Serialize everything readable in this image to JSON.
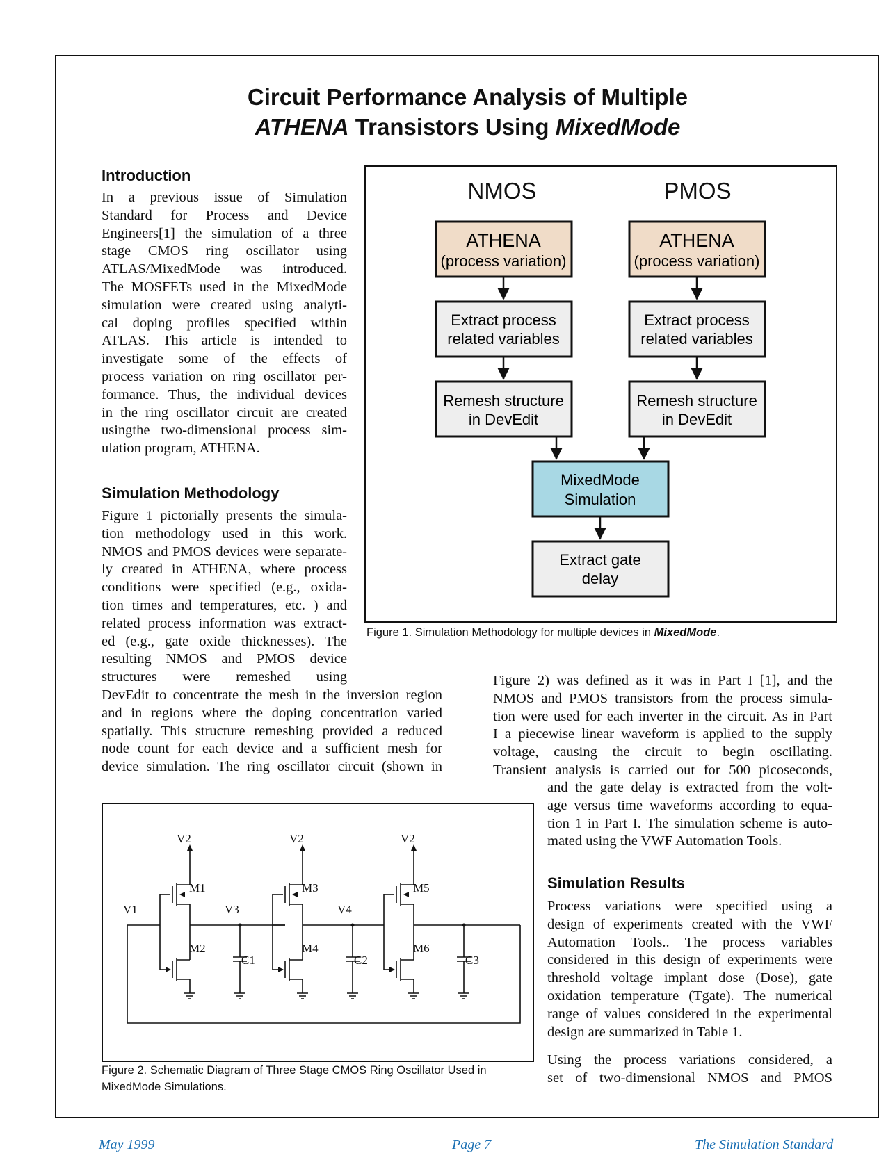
{
  "title": {
    "line1": "Circuit Performance Analysis of Multiple",
    "line2_italic_a": "ATHENA",
    "line2_plain": " Transistors Using ",
    "line2_italic_b": "MixedMode"
  },
  "sections": {
    "introduction": {
      "heading": "Introduction",
      "lines": [
        "In a previous issue of Simulation",
        "Standard for Process and Device",
        "Engineers[1] the simulation of a three",
        "stage CMOS ring oscillator using",
        "ATLAS/MixedMode was introduced.",
        "The MOSFETs used in the MixedMode",
        "simulation were created using analyti-",
        "cal doping profiles specified within",
        "ATLAS. This article is intended to",
        "investigate some of the effects of",
        "process variation on ring oscillator per-",
        "formance. Thus, the individual devices",
        "in the ring oscillator circuit are created",
        "usingthe two-dimensional process sim-",
        "ulation program, ATHENA."
      ]
    },
    "methodology": {
      "heading": "Simulation Methodology",
      "lines": [
        "Figure 1 pictorially presents the simula-",
        "tion methodology used in this work.",
        "NMOS and PMOS devices were separate-",
        "ly created in ATHENA, where process",
        "conditions were specified (e.g., oxida-",
        "tion times and temperatures, etc. ) and",
        "related process information was extract-",
        "ed (e.g., gate oxide thicknesses). The",
        "resulting NMOS and PMOS device",
        "structures were remeshed using"
      ],
      "wide_lines": [
        "DevEdit to concentrate the mesh in the inversion region",
        "and in regions where the doping concentration varied",
        "spatially. This structure remeshing provided a reduced",
        "node count for each device and a sufficient mesh for",
        "device simulation. The ring oscillator circuit (shown in"
      ]
    },
    "continuation": {
      "wide_lines": [
        "Figure 2) was defined as it was in Part I [1], and the",
        "NMOS and PMOS transistors from the process simula-",
        "tion were used for each inverter in the circuit. As in Part",
        "I a piecewise linear waveform is applied to the supply",
        "voltage, causing the circuit to begin oscillating.",
        "Transient analysis is carried out for 500 picoseconds,"
      ],
      "narrow_lines": [
        "and the gate delay is extracted from the volt-",
        "age versus time waveforms according to equa-",
        "tion 1 in Part I. The simulation scheme is auto-",
        "mated using the VWF Automation Tools."
      ]
    },
    "results": {
      "heading": "Simulation Results",
      "lines": [
        "Process variations were specified using a",
        "design of experiments created with the VWF",
        "Automation Tools.. The process variables",
        "considered in this design of experiments were",
        "threshold voltage implant dose (Dose), gate",
        "oxidation temperature (Tgate). The numerical",
        "range of values considered in the experimental",
        "design are summarized in Table 1."
      ],
      "lines2": [
        "Using the process variations considered, a",
        "set of two-dimensional NMOS and PMOS"
      ]
    }
  },
  "figure1": {
    "nmos_heading": "NMOS",
    "pmos_heading": "PMOS",
    "athena_title": "ATHENA",
    "athena_sub": "(process variation)",
    "extract_line1": "Extract process",
    "extract_line2": "related variables",
    "remesh_line1": "Remesh structure",
    "remesh_line2": "in DevEdit",
    "mixed_line1": "MixedMode",
    "mixed_line2": "Simulation",
    "gate_line1": "Extract gate",
    "gate_line2": "delay",
    "caption_prefix": "Figure 1. Simulation Methodology for multiple devices in ",
    "caption_italic": "MixedMode",
    "caption_suffix": ".",
    "colors": {
      "athena_fill": "#f0dcc8",
      "process_fill": "#eeeeee",
      "mixedmode_fill": "#a8d8e4"
    }
  },
  "figure2": {
    "labels": {
      "v2": "V2",
      "v1": "V1",
      "v3": "V3",
      "v4": "V4",
      "m1": "M1",
      "m2": "M2",
      "m3": "M3",
      "m4": "M4",
      "m5": "M5",
      "m6": "M6",
      "c1": "C1",
      "c2": "C2",
      "c3": "C3"
    },
    "caption_line1": "Figure 2.  Schematic Diagram of Three Stage CMOS Ring Oscillator Used in",
    "caption_line2": "MixedMode Simulations."
  },
  "footer": {
    "date": "May 1999",
    "page": "Page 7",
    "publication": "The Simulation Standard",
    "color": "#1a6fb3"
  }
}
